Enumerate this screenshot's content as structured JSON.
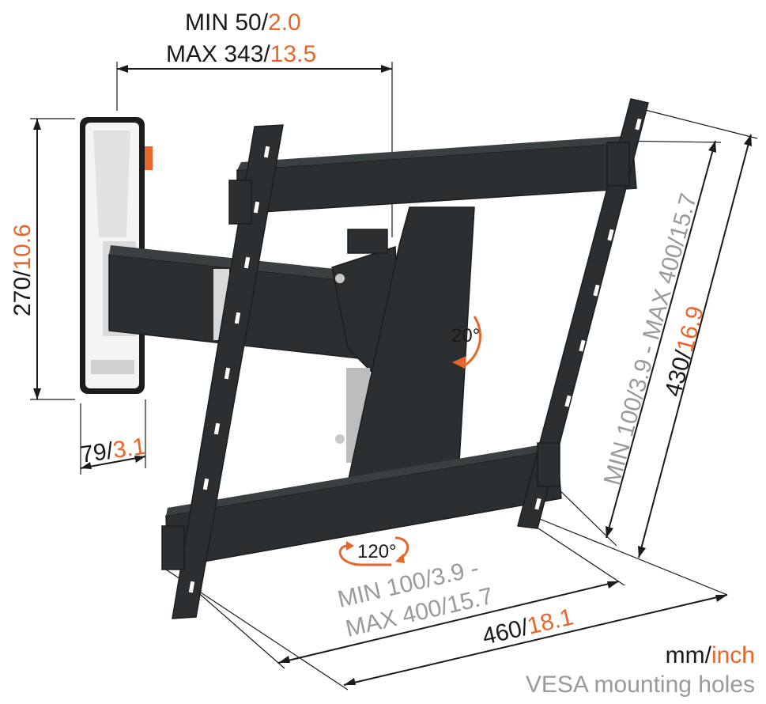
{
  "dimensions": {
    "arm_extension": {
      "min_mm": "MIN 50/",
      "min_in": "2.0",
      "max_mm": "MAX 343/",
      "max_in": "13.5"
    },
    "wall_plate_height": {
      "mm": "270/",
      "in": "10.6"
    },
    "wall_plate_depth": {
      "mm": "79/",
      "in": "3.1"
    },
    "bracket_height": {
      "mm": "430/",
      "in": "16.9"
    },
    "vesa_vertical": {
      "mm": "MIN 100/",
      "in": "3.9",
      "sep": " - ",
      "max": "MAX 400/15.7"
    },
    "vesa_horizontal": {
      "line1": "MIN 100/3.9 -",
      "line2": "MAX 400/15.7"
    },
    "bracket_width": {
      "mm": "460/",
      "in": "18.1"
    }
  },
  "angles": {
    "tilt": "20°",
    "swivel": "120°"
  },
  "legend": {
    "unit_mm": "mm/",
    "unit_inch": "inch",
    "note": "VESA mounting holes"
  },
  "colors": {
    "text": "#1a1a1a",
    "accent": "#e8662a",
    "secondary": "#9a9a9a",
    "metal": "#2b2f31"
  }
}
